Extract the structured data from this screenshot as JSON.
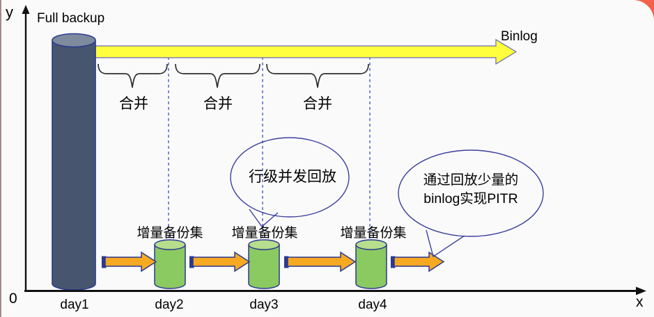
{
  "colors": {
    "background": "#fafafa",
    "corner_accent": "#f4614a",
    "axis": "#111111",
    "binlog_fill": "#ffff3d",
    "binlog_stroke": "#6a6ab8",
    "full_cyl_body": "#47566e",
    "full_cyl_top": "#7e8a9e",
    "cyl_stroke": "#2b3990",
    "inc_cyl_body": "#8bc961",
    "inc_cyl_top": "#b6de8d",
    "arrow_fill": "#f7a922",
    "arrow_stroke": "#2b3990",
    "dashed_line": "#4a5ac8",
    "brace": "#2f2f2f",
    "bubble_stroke": "#3b3f9e"
  },
  "axes": {
    "y_label": "y",
    "x_label": "x",
    "origin_label": "0"
  },
  "full_backup": {
    "label": "Full backup"
  },
  "binlog": {
    "label": "Binlog"
  },
  "merges": [
    {
      "label": "合并"
    },
    {
      "label": "合并"
    },
    {
      "label": "合并"
    }
  ],
  "bubbles": {
    "replay": {
      "text": "行级并发回放"
    },
    "pitr": {
      "line1": "通过回放少量的",
      "line2": "binlog实现PITR"
    }
  },
  "incremental_backups": [
    {
      "label": "增量备份集"
    },
    {
      "label": "增量备份集"
    },
    {
      "label": "增量备份集"
    }
  ],
  "days": [
    {
      "label": "day1"
    },
    {
      "label": "day2"
    },
    {
      "label": "day3"
    },
    {
      "label": "day4"
    }
  ]
}
